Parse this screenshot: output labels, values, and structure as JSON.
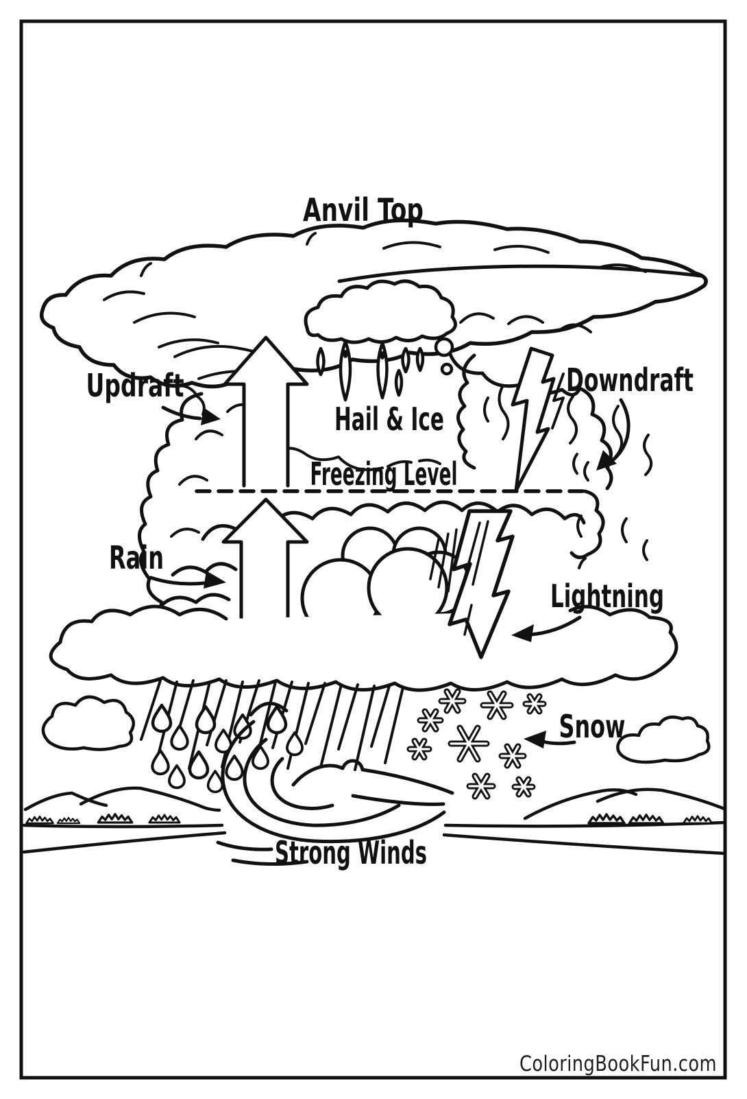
{
  "diagram": {
    "title": "Anvil Top",
    "labels": {
      "anvil_top": "Anvil Top",
      "updraft": "Updraft",
      "hail_ice": "Hail & Ice",
      "freezing_level": "Freezing Level",
      "downdraft": "Downdraft",
      "rain": "Rain",
      "lightning": "Lightning",
      "snow": "Snow",
      "strong_winds": "Strong Winds"
    },
    "watermark": "ColoringBookFun.com",
    "colors": {
      "ink": "#111111",
      "paper": "#ffffff",
      "watermark_text": "#1d1d1d"
    }
  }
}
